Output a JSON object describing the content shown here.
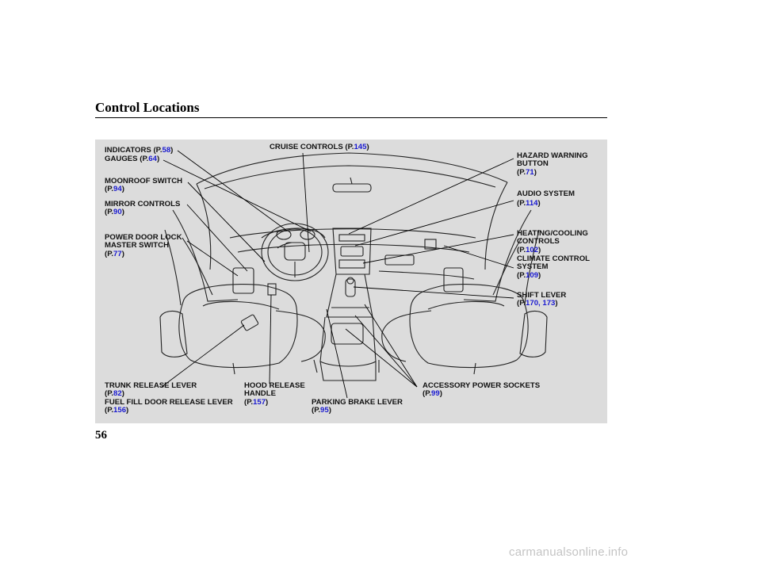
{
  "page": {
    "title": "Control Locations",
    "page_number": "56",
    "watermark": "carmanualsonline.info"
  },
  "callouts": {
    "indicators": {
      "text": "INDICATORS (P.",
      "page": "58",
      "close": ")"
    },
    "gauges": {
      "text": "GAUGES (P.",
      "page": "64",
      "close": ")"
    },
    "moonroof": {
      "text": "MOONROOF SWITCH",
      "prefix": "(P.",
      "page": "94",
      "close": ")"
    },
    "mirror": {
      "text": "MIRROR CONTROLS",
      "prefix": "(P.",
      "page": "90",
      "close": ")"
    },
    "power_door": {
      "line1": "POWER DOOR LOCK",
      "line2": "MASTER SWITCH",
      "prefix": "(P.",
      "page": "77",
      "close": ")"
    },
    "cruise": {
      "text": "CRUISE CONTROLS (P.",
      "page": "145",
      "close": ")"
    },
    "hazard": {
      "line1": "HAZARD WARNING",
      "line2": "BUTTON",
      "prefix": "(P.",
      "page": "71",
      "close": ")"
    },
    "audio": {
      "text": "AUDIO SYSTEM",
      "prefix": "(P.",
      "page": "114",
      "close": ")"
    },
    "heating": {
      "line1": "HEATING/COOLING",
      "line2": "CONTROLS",
      "prefix": "(P.",
      "page": "102",
      "close": ")"
    },
    "climate": {
      "line1": "CLIMATE CONTROL",
      "line2": "SYSTEM",
      "prefix": "(P.",
      "page": "109",
      "close": ")"
    },
    "shift": {
      "text": "SHIFT LEVER",
      "prefix": "(P.",
      "page": "170, 173",
      "close": ")"
    },
    "trunk": {
      "text": "TRUNK RELEASE LEVER",
      "prefix": "(P.",
      "page": "82",
      "close": ")"
    },
    "fuel": {
      "text": "FUEL FILL DOOR RELEASE LEVER",
      "prefix": "(P.",
      "page": "156",
      "close": ")"
    },
    "hood": {
      "line1": "HOOD RELEASE",
      "line2": "HANDLE",
      "prefix": "(P.",
      "page": "157",
      "close": ")"
    },
    "parking": {
      "text": "PARKING BRAKE LEVER",
      "prefix": "(P.",
      "page": "95",
      "close": ")"
    },
    "accessory": {
      "text": "ACCESSORY POWER SOCKETS",
      "prefix": "(P.",
      "page": "99",
      "close": ")"
    }
  }
}
